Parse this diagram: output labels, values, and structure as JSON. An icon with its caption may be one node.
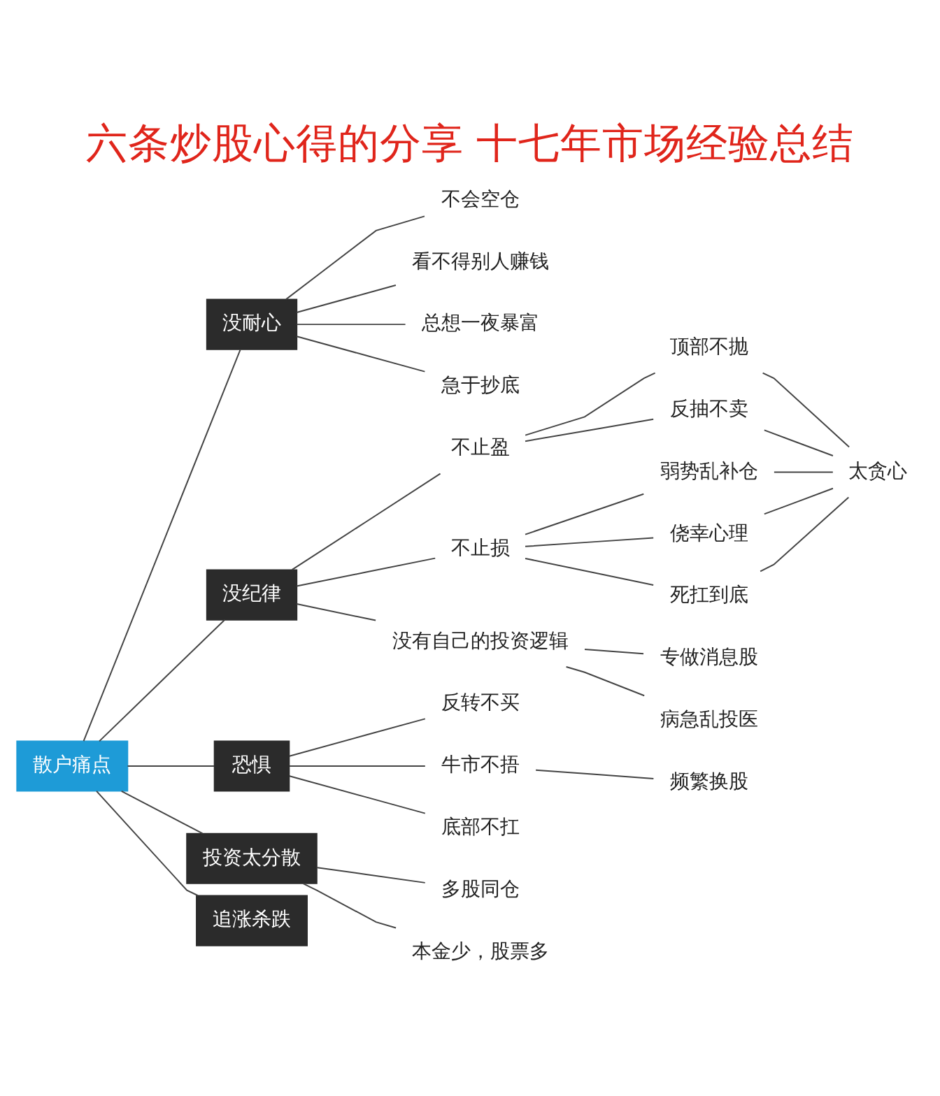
{
  "diagram": {
    "title": "六条炒股心得的分享 十七年市场经验总结",
    "nodes": [
      {
        "text": [
          "散户痛点"
        ]
      },
      {
        "text": [
          "没耐心"
        ]
      },
      {
        "text": [
          "不会空仓"
        ]
      },
      {
        "text": [
          "看不得别人赚钱"
        ]
      },
      {
        "text": [
          "总想一夜暴富"
        ]
      },
      {
        "text": [
          "急于抄底"
        ]
      },
      {
        "text": [
          "没纪律"
        ]
      },
      {
        "text": [
          "不止盈"
        ]
      },
      {
        "text": [
          "顶部不抛"
        ]
      },
      {
        "text": [
          "反抽不卖"
        ]
      },
      {
        "text": [
          "不止损"
        ]
      },
      {
        "text": [
          "弱势乱补仓"
        ]
      },
      {
        "text": [
          "侥幸心理"
        ]
      },
      {
        "text": [
          "死扛到底"
        ]
      },
      {
        "text": [
          "太贪心"
        ]
      },
      {
        "text": [
          "没有自己的投资逻辑"
        ]
      },
      {
        "text": [
          "专做消息股"
        ]
      },
      {
        "text": [
          "病急乱投医"
        ]
      },
      {
        "text": [
          "恐惧"
        ]
      },
      {
        "text": [
          "反转不买"
        ]
      },
      {
        "text": [
          "牛市不捂"
        ]
      },
      {
        "text": [
          "底部不扛"
        ]
      },
      {
        "text": [
          "频繁换股"
        ]
      },
      {
        "text": [
          "投资太分散"
        ]
      },
      {
        "text": [
          "多股同仓"
        ]
      },
      {
        "text": [
          "本金少，股票多"
        ]
      },
      {
        "text": [
          "追涨杀跌"
        ]
      }
    ],
    "edges": [
      {
        "from": 0,
        "to": 1,
        "arrow": "none"
      },
      {
        "from": 0,
        "to": 6,
        "arrow": "none"
      },
      {
        "from": 0,
        "to": 18,
        "arrow": "none"
      },
      {
        "from": 0,
        "to": 23,
        "arrow": "none"
      },
      {
        "from": 0,
        "to": 26,
        "arrow": "none"
      },
      {
        "from": 1,
        "to": 2,
        "arrow": "none"
      },
      {
        "from": 1,
        "to": 3,
        "arrow": "none"
      },
      {
        "from": 1,
        "to": 4,
        "arrow": "none"
      },
      {
        "from": 1,
        "to": 5,
        "arrow": "none"
      },
      {
        "from": 6,
        "to": 7,
        "arrow": "none"
      },
      {
        "from": 6,
        "to": 10,
        "arrow": "none"
      },
      {
        "from": 6,
        "to": 15,
        "arrow": "none"
      },
      {
        "from": 7,
        "to": 8,
        "arrow": "none"
      },
      {
        "from": 7,
        "to": 9,
        "arrow": "none"
      },
      {
        "from": 10,
        "to": 11,
        "arrow": "none"
      },
      {
        "from": 10,
        "to": 12,
        "arrow": "none"
      },
      {
        "from": 10,
        "to": 13,
        "arrow": "none"
      },
      {
        "from": 8,
        "to": 14,
        "arrow": "none"
      },
      {
        "from": 9,
        "to": 14,
        "arrow": "none"
      },
      {
        "from": 11,
        "to": 14,
        "arrow": "none"
      },
      {
        "from": 12,
        "to": 14,
        "arrow": "none"
      },
      {
        "from": 13,
        "to": 14,
        "arrow": "none"
      },
      {
        "from": 15,
        "to": 16,
        "arrow": "none"
      },
      {
        "from": 15,
        "to": 17,
        "arrow": "none"
      },
      {
        "from": 18,
        "to": 19,
        "arrow": "none"
      },
      {
        "from": 18,
        "to": 20,
        "arrow": "none"
      },
      {
        "from": 18,
        "to": 21,
        "arrow": "none"
      },
      {
        "from": 20,
        "to": 22,
        "arrow": "none"
      },
      {
        "from": 23,
        "to": 24,
        "arrow": "none"
      },
      {
        "from": 23,
        "to": 25,
        "arrow": "none"
      }
    ]
  }
}
